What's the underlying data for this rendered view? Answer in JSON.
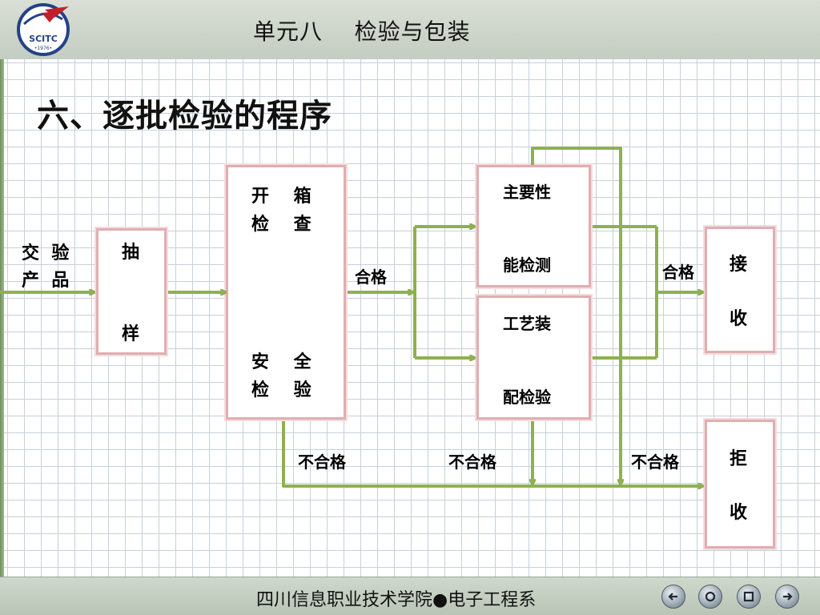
{
  "header": {
    "unit_title": "单元八    检验与包装",
    "logo_text": "SCITC",
    "logo_year": "•1976•"
  },
  "main_title": "六、逐批检验的程序",
  "diagram": {
    "input_line1": "交  验",
    "input_line2": "产  品",
    "sampling_top": "抽",
    "sampling_bottom": "样",
    "unpack_line1": "开    箱",
    "unpack_line2": "检    查",
    "safety_line1": "安    全",
    "safety_line2": "检    验",
    "main_perf_top": "主要性",
    "main_perf_bottom": "能检测",
    "process_top": "工艺装",
    "process_bottom": "配检验",
    "accept_top": "接",
    "accept_bottom": "收",
    "reject_top": "拒",
    "reject_bottom": "收",
    "pass_label_1": "合格",
    "pass_label_2": "合格",
    "fail_label_1": "不合格",
    "fail_label_2": "不合格",
    "fail_label_3": "不合格"
  },
  "colors": {
    "arrow": "#8fb04f",
    "box_border": "#e0aeb1",
    "grid": "#c6d0dc"
  },
  "footer": {
    "text": "四川信息职业技术学院●电子工程系",
    "nav_icons": [
      "back-arrow-icon",
      "home-icon",
      "stop-icon",
      "forward-arrow-icon"
    ]
  }
}
